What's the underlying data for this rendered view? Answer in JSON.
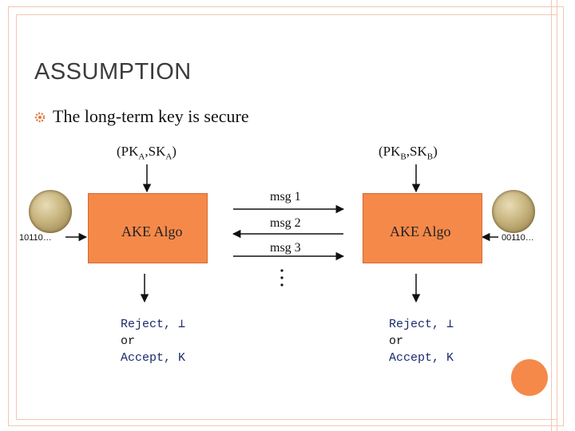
{
  "slide": {
    "title": "ASSUMPTION",
    "bullet": "The long-term key is secure"
  },
  "party_a": {
    "key_label": "(PK",
    "key_sub_1": "A",
    "key_mid": ",SK",
    "key_sub_2": "A",
    "key_end": ")",
    "algo_label": "AKE Algo",
    "coin_bits": "10110…",
    "result_line1": "Reject, ⊥",
    "result_line2": "or",
    "result_line3": "Accept, K"
  },
  "party_b": {
    "key_label": "(PK",
    "key_sub_1": "B",
    "key_mid": ",SK",
    "key_sub_2": "B",
    "key_end": ")",
    "algo_label": "AKE Algo",
    "coin_bits": "00110…",
    "result_line1": "Reject, ⊥",
    "result_line2": "or",
    "result_line3": "Accept, K"
  },
  "messages": [
    "msg 1",
    "msg 2",
    "msg 3"
  ],
  "colors": {
    "accent": "#f5894a",
    "frame": "#f2c7b4",
    "result_text": "#1a2a6a"
  },
  "icons": {
    "bullet": "gear-bullet-icon",
    "coin": "coin-icon"
  }
}
